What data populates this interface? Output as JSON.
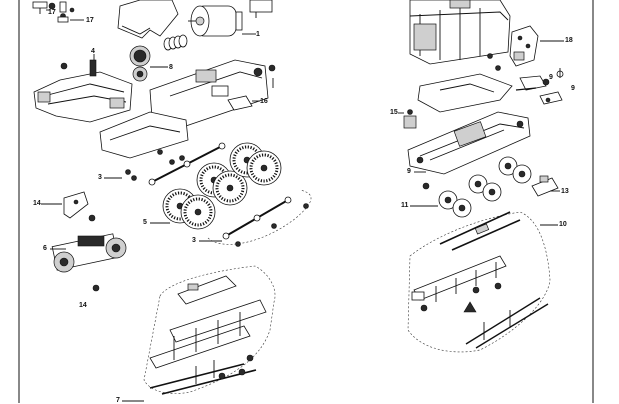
{
  "diagram": {
    "left_assembly": {
      "callouts": [
        "17",
        "17",
        "1",
        "4",
        "8",
        "16",
        "3",
        "14",
        "5",
        "3",
        "6",
        "14",
        "7"
      ]
    },
    "right_assembly": {
      "callouts": [
        "18",
        "9",
        "9",
        "15",
        "9",
        "13",
        "11",
        "10"
      ]
    }
  }
}
